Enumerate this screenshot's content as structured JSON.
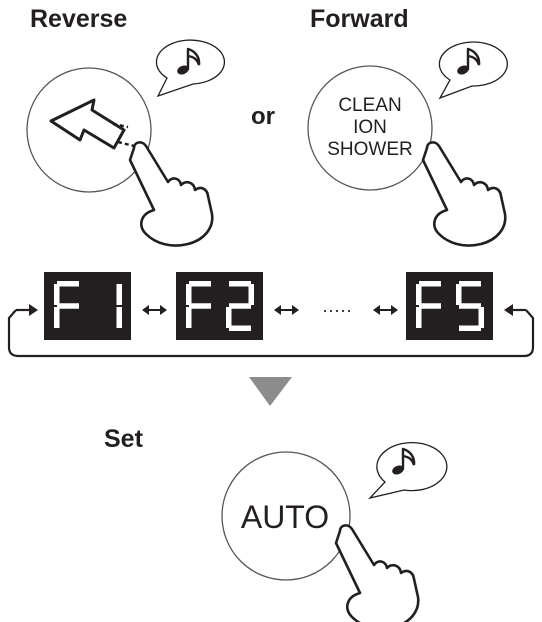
{
  "reverse": {
    "heading": "Reverse",
    "note_icon": "music-note-icon",
    "button_icon": "arrow-left-icon"
  },
  "connector": "or",
  "forward": {
    "heading": "Forward",
    "note_icon": "music-note-icon",
    "button_lines": [
      "CLEAN",
      "ION",
      "SHOWER"
    ]
  },
  "display": {
    "codes": [
      "F1",
      "F2",
      "F5"
    ],
    "ellipsis": "·····",
    "bg_color": "#231f20",
    "segment_color": "#ffffff"
  },
  "set": {
    "heading": "Set",
    "note_icon": "music-note-icon",
    "button_label": "AUTO"
  },
  "colors": {
    "ink": "#231f20",
    "arrow_down": "#8c8c8c"
  }
}
